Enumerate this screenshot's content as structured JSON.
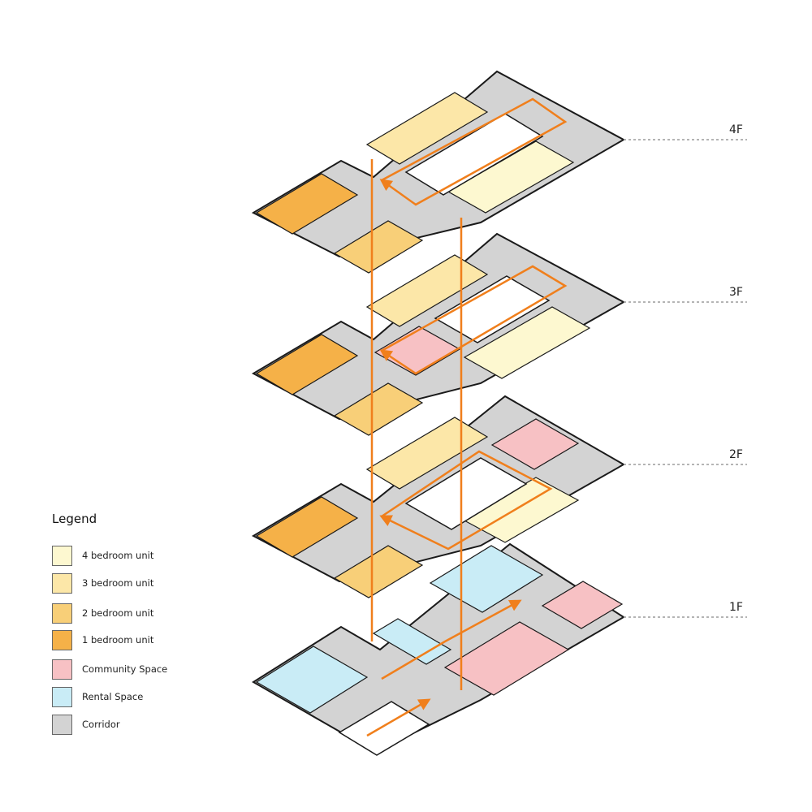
{
  "floors": [
    {
      "id": "4f",
      "label": "4F"
    },
    {
      "id": "3f",
      "label": "3F"
    },
    {
      "id": "2f",
      "label": "2F"
    },
    {
      "id": "1f",
      "label": "1F"
    }
  ],
  "legend": {
    "title": "Legend",
    "items": [
      {
        "label": "4 bedroom unit",
        "color": "#fdf8d0"
      },
      {
        "label": "3 bedroom unit",
        "color": "#fce7a8"
      },
      {
        "label": "2 bedroom unit",
        "color": "#f8cf78"
      },
      {
        "label": "1 bedroom unit",
        "color": "#f5b148"
      },
      {
        "label": "Community Space",
        "color": "#f7c1c4"
      },
      {
        "label": "Rental Space",
        "color": "#c9ecf6"
      },
      {
        "label": "Corridor",
        "color": "#d3d3d3"
      }
    ]
  },
  "colors": {
    "circulation": "#f07f1c",
    "outline": "#1a1a1a",
    "void": "#ffffff",
    "leader": "#888888"
  }
}
